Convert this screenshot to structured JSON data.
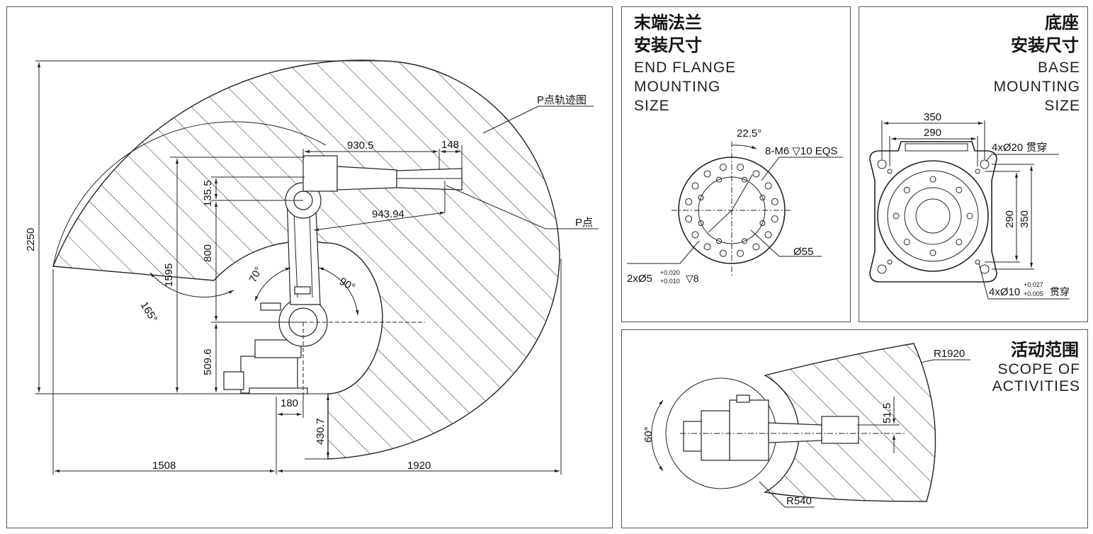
{
  "main": {
    "dims": {
      "height_total": "2250",
      "height_1595": "1595",
      "height_135": "135.5",
      "height_800": "800",
      "height_509": "509.6",
      "depth_430": "430.7",
      "width_1508": "1508",
      "width_1920": "1920",
      "width_180": "180",
      "reach_930": "930.5",
      "reach_148": "148",
      "reach_943": "943.94"
    },
    "angles": {
      "a70": "70°",
      "a90": "90°",
      "a165": "165°"
    },
    "labels": {
      "p_path": "P点轨迹图",
      "p_point": "P点"
    }
  },
  "flange": {
    "title_cn_1": "末端法兰",
    "title_cn_2": "安装尺寸",
    "title_en_1": "END FLANGE",
    "title_en_2": "MOUNTING",
    "title_en_3": "SIZE",
    "angle": "22.5°",
    "holes": "8-M6 ▽10 EQS",
    "pcd": "Ø55",
    "pin": "2xØ5",
    "pin_tol_up": "+0.020",
    "pin_tol_low": "+0.010",
    "pin_depth": "▽8"
  },
  "base": {
    "title_cn_1": "底座",
    "title_cn_2": "安装尺寸",
    "title_en_1": "BASE",
    "title_en_2": "MOUNTING",
    "title_en_3": "SIZE",
    "w350": "350",
    "w290": "290",
    "h290": "290",
    "h350": "350",
    "holes20": "4xØ20 贯穿",
    "holes10": "4xØ10",
    "holes10_tol_up": "+0.027",
    "holes10_tol_low": "+0.005",
    "holes10_suffix": "贯穿"
  },
  "scope": {
    "title_cn": "活动范围",
    "title_en_1": "SCOPE OF",
    "title_en_2": "ACTIVITIES",
    "r_outer": "R1920",
    "r_inner": "R540",
    "angle": "60°",
    "offset": "51.5"
  }
}
